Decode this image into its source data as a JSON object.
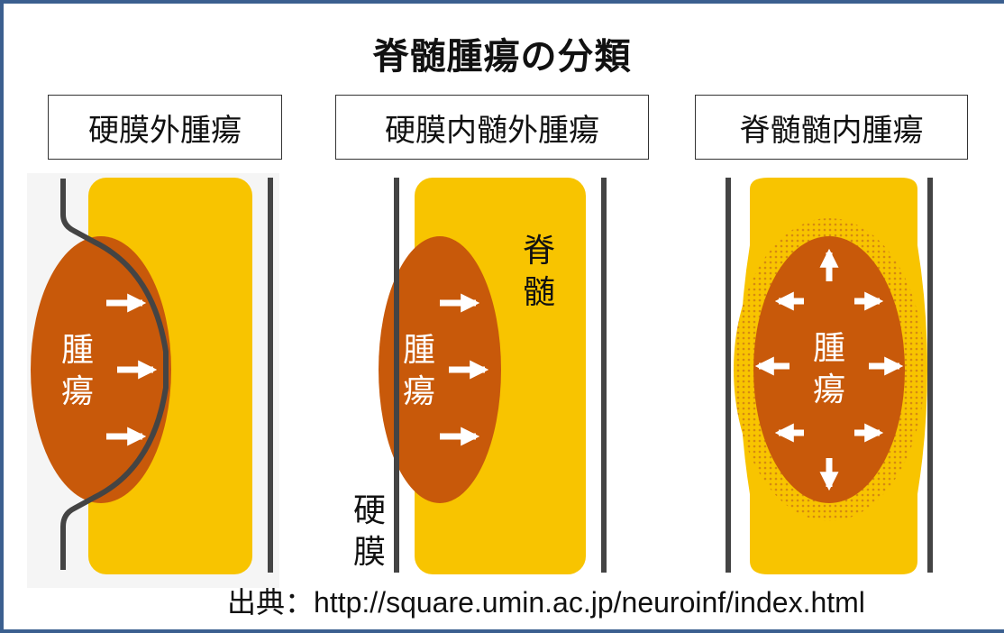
{
  "title": "脊髄腫瘍の分類",
  "categories": [
    {
      "label": "硬膜外腫瘍"
    },
    {
      "label": "硬膜内髄外腫瘍"
    },
    {
      "label": "脊髄髄内腫瘍"
    }
  ],
  "labels": {
    "tumor": "腫\n瘍",
    "spinal_cord": "脊\n髄",
    "dura": "硬\n膜"
  },
  "colors": {
    "spinal_cord": "#f8c400",
    "tumor": "#c8590a",
    "dura_line": "#444444",
    "arrow": "#ffffff",
    "frame": "#3b5f8f"
  },
  "source": {
    "prefix": "出典：",
    "url": "http://square.umin.ac.jp/neuroinf/index.html"
  }
}
